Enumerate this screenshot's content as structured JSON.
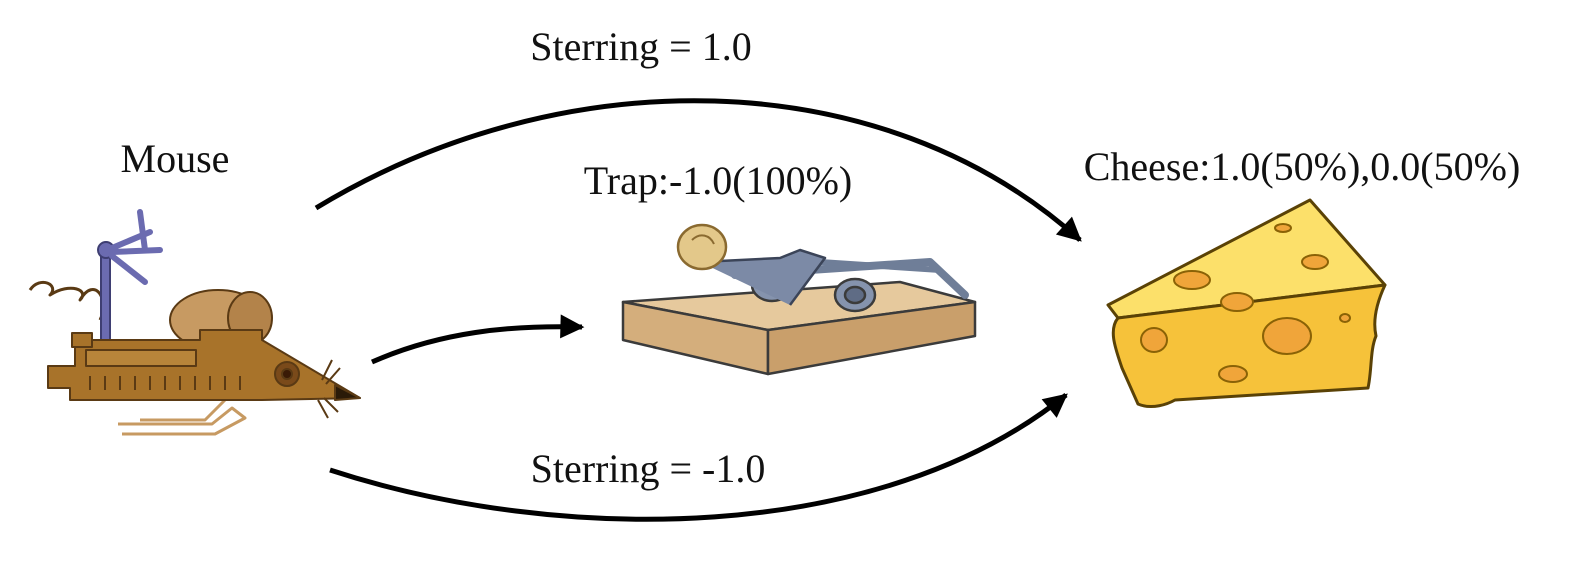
{
  "labels": {
    "mouse": "Mouse",
    "trap": "Trap:-1.0(100%)",
    "cheese": "Cheese:1.0(50%),0.0(50%)",
    "steer_up": "Sterring = 1.0",
    "steer_down": "Sterring = -1.0"
  },
  "colors": {
    "line": "#000000",
    "mouse_body": "#a8732a",
    "mouse_dark": "#5a3a14",
    "mouse_ear": "#c79a62",
    "antenna": "#6b6bb0",
    "trap_base": "#d9b88c",
    "trap_metal": "#6f7e98",
    "bait": "#e3c88a",
    "cheese": "#fbd94b",
    "cheese_side": "#f6c23a",
    "cheese_hole": "#f0a53a"
  },
  "icons": {
    "mouse": "robot-mouse-icon",
    "trap": "mousetrap-icon",
    "cheese": "cheese-icon"
  }
}
